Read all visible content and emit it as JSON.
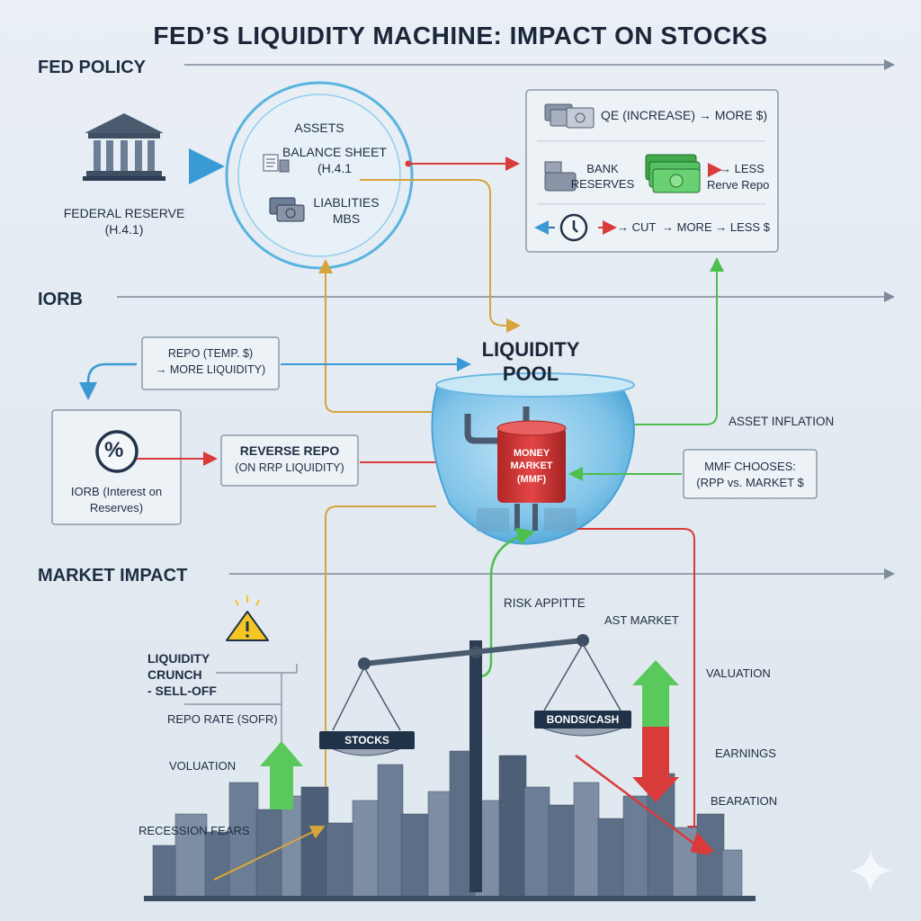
{
  "title": "FED’S LIQUIDITY MACHINE: IMPACT ON STOCKS",
  "sections": {
    "fed_policy": "FED POLICY",
    "iorb": "IORB",
    "market_impact": "MARKET IMPACT"
  },
  "fed": {
    "name": "FEDERAL RESERVE",
    "sub": "(H.4.1)"
  },
  "balance_circle": {
    "assets": "ASSETS",
    "balance_sheet": "BALANCE SHEET",
    "balance_sub": "(H.4.1",
    "liabilities": "LIABLITIES",
    "mbs": "MBS"
  },
  "policy_box": {
    "qe": "QE (INCREASE) → MORE $)",
    "bank": "BANK",
    "reserves": "RESERVES",
    "less": "→ LESS",
    "reverse_repo": "Rerve Repo",
    "cut": "→ CUT",
    "more_less": "→ MORE → LESS $"
  },
  "repo_box": {
    "line1": "REPO (TEMP. $)",
    "line2": "→ MORE LIQUIDITY)"
  },
  "iorb_box": {
    "line1": "IORB (Interest on",
    "line2": "Reserves)"
  },
  "reverse_box": {
    "line1": "REVERSE REPO",
    "line2": "(ON RRP LIQUIDITY)"
  },
  "pool": {
    "line1": "LIQUIDITY",
    "line2": "POOL",
    "mmf1": "MONEY",
    "mmf2": "MARKET",
    "mmf3": "(MMF)"
  },
  "asset_inflation": "ASSET INFLATION",
  "mmf_box": {
    "line1": "MMF CHOOSES:",
    "line2": "(RPP vs. MARKET $"
  },
  "market": {
    "risk_appetite": "RISK APPITTE",
    "ast_market": "AST MARKET",
    "crunch1": "LIQUIDITY",
    "crunch2": "CRUNCH",
    "crunch3": "- SELL-OFF",
    "repo_rate": "REPO RATE (SOFR)",
    "voluation": "VOLUATION",
    "recession": "RECESSION FEARS",
    "stocks": "STOCKS",
    "bonds": "BONDS/CASH",
    "valuation": "VALUATION",
    "earnings": "EARNINGS",
    "bearation": "BEARATION"
  },
  "icons": [
    "bank-building-icon",
    "document-icon",
    "cash-stack-icon",
    "money-bundle-icon",
    "coin-stack-icon",
    "clock-icon",
    "percent-icon",
    "warning-icon",
    "scale-icon",
    "sparkle-icon"
  ],
  "colors": {
    "red": "#d93a3a",
    "green": "#4cbf4c",
    "gold": "#d6a43b",
    "blue": "#3a9ad6",
    "navy": "#1f3248"
  }
}
